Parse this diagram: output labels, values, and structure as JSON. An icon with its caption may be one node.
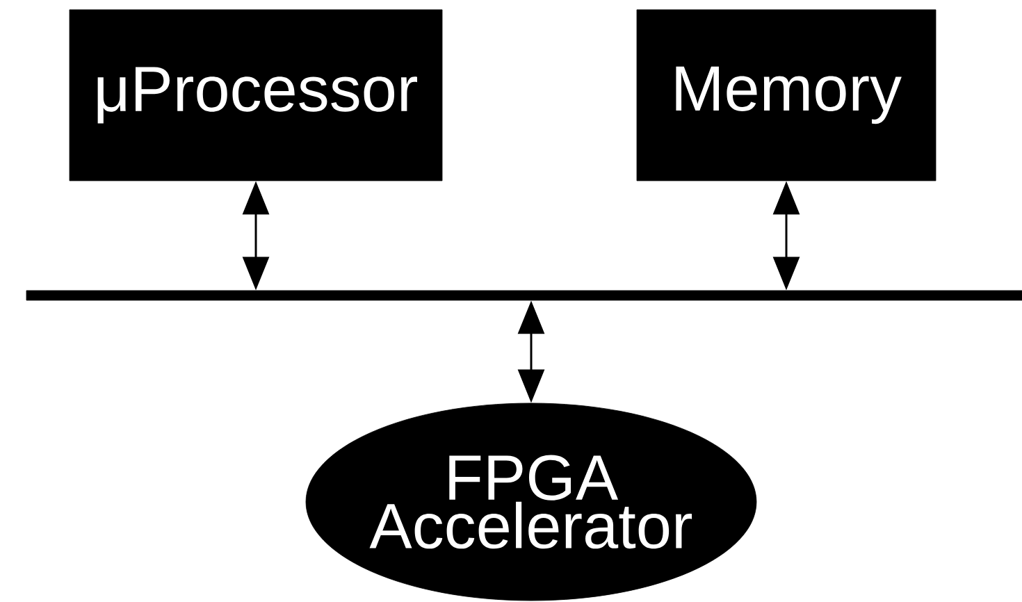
{
  "diagram": {
    "nodes": [
      {
        "text": [
          "μProcessor"
        ]
      },
      {
        "text": [
          "Memory"
        ]
      },
      {
        "text": [],
        "shape": "bar"
      },
      {
        "text": [
          "FPGA Accelerator"
        ]
      }
    ],
    "edges": [
      {
        "from": 0,
        "to": 2,
        "arrow": "both"
      },
      {
        "from": 1,
        "to": 2,
        "arrow": "both"
      },
      {
        "from": 2,
        "to": 3,
        "arrow": "both"
      }
    ]
  }
}
